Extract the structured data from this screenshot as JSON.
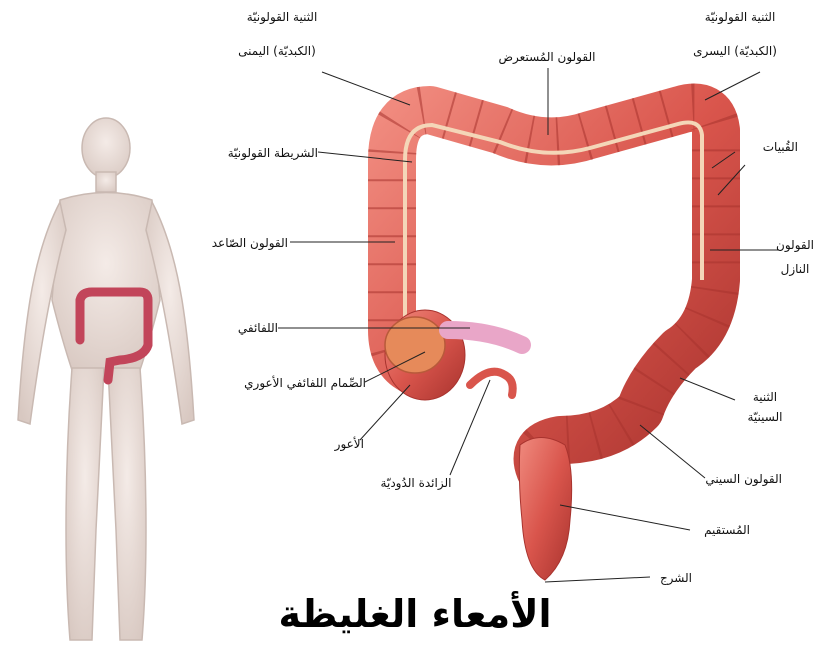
{
  "title": "الأمعاء الغليظة",
  "labels": {
    "hepatic_flexure_1": "الثنية القولونيّة",
    "hepatic_flexure_2": "(الكبديّة) اليمنى",
    "splenic_flexure_1": "الثنية القولونيّة",
    "splenic_flexure_2": "(الكبديّة) اليسرى",
    "transverse_colon": "القولون المُستعرض",
    "taenia_coli": "الشريطة القولونيّة",
    "haustra": "القُبيات",
    "ascending_colon": "القولون الصّاعد",
    "descending_colon_1": "القولون",
    "descending_colon_2": "النازل",
    "ileum": "اللفائفي",
    "ileocecal_valve": "الصِّمام اللفائفي الأعوري",
    "cecum": "الأعور",
    "sigmoid_flexure_1": "الثنية",
    "sigmoid_flexure_2": "السينيّة",
    "appendix": "الزائدة الدُوديّة",
    "sigmoid_colon": "القولون السيني",
    "rectum": "المُستقيم",
    "anus": "الشرج"
  },
  "colors": {
    "colon": "#d9554c",
    "colon_dark": "#b23a33",
    "colon_light": "#f08a7e",
    "taenia": "#f4d6b8",
    "body": "#e9dcd6",
    "body_outline": "#c9b9b2"
  }
}
